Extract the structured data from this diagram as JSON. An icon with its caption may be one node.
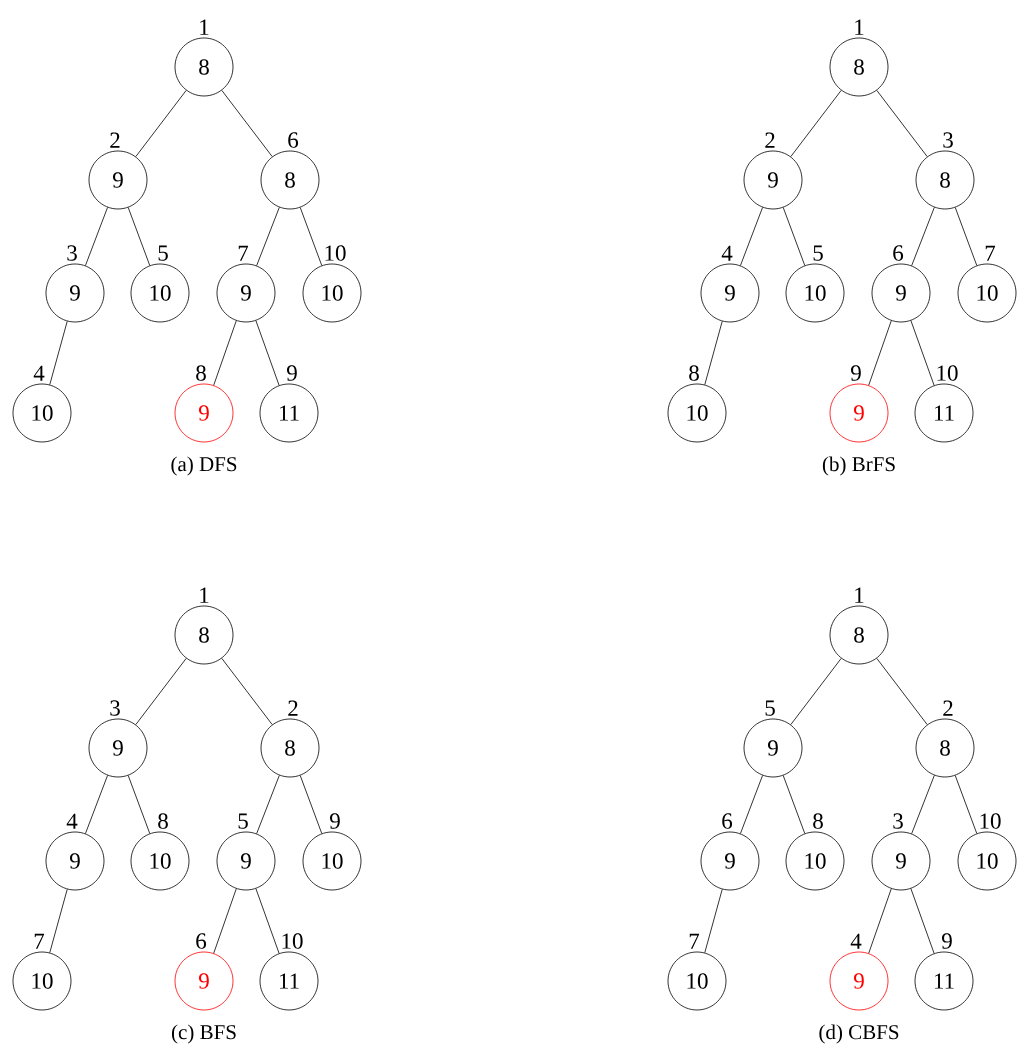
{
  "diagram": {
    "nodes": [
      {
        "text": [
          "8"
        ],
        "beside": [
          "1"
        ]
      },
      {
        "text": [
          "9"
        ],
        "beside": [
          "2"
        ]
      },
      {
        "text": [
          "8"
        ],
        "beside": [
          "6"
        ]
      },
      {
        "text": [
          "9"
        ],
        "beside": [
          "3"
        ]
      },
      {
        "text": [
          "10"
        ],
        "beside": [
          "5"
        ]
      },
      {
        "text": [
          "9"
        ],
        "beside": [
          "7"
        ]
      },
      {
        "text": [
          "10"
        ],
        "beside": [
          "10"
        ]
      },
      {
        "text": [
          "10"
        ],
        "beside": [
          "4"
        ]
      },
      {
        "text": [
          "9"
        ],
        "beside": [
          "8"
        ]
      },
      {
        "text": [
          "11"
        ],
        "beside": [
          "9"
        ]
      },
      {
        "text": [
          "8"
        ],
        "beside": [
          "1"
        ]
      },
      {
        "text": [
          "9"
        ],
        "beside": [
          "2"
        ]
      },
      {
        "text": [
          "8"
        ],
        "beside": [
          "3"
        ]
      },
      {
        "text": [
          "9"
        ],
        "beside": [
          "4"
        ]
      },
      {
        "text": [
          "10"
        ],
        "beside": [
          "5"
        ]
      },
      {
        "text": [
          "9"
        ],
        "beside": [
          "6"
        ]
      },
      {
        "text": [
          "10"
        ],
        "beside": [
          "7"
        ]
      },
      {
        "text": [
          "10"
        ],
        "beside": [
          "8"
        ]
      },
      {
        "text": [
          "9"
        ],
        "beside": [
          "9"
        ]
      },
      {
        "text": [
          "11"
        ],
        "beside": [
          "10"
        ]
      },
      {
        "text": [
          "8"
        ],
        "beside": [
          "1"
        ]
      },
      {
        "text": [
          "9"
        ],
        "beside": [
          "3"
        ]
      },
      {
        "text": [
          "8"
        ],
        "beside": [
          "2"
        ]
      },
      {
        "text": [
          "9"
        ],
        "beside": [
          "4"
        ]
      },
      {
        "text": [
          "10"
        ],
        "beside": [
          "8"
        ]
      },
      {
        "text": [
          "9"
        ],
        "beside": [
          "5"
        ]
      },
      {
        "text": [
          "10"
        ],
        "beside": [
          "9"
        ]
      },
      {
        "text": [
          "10"
        ],
        "beside": [
          "7"
        ]
      },
      {
        "text": [
          "9"
        ],
        "beside": [
          "6"
        ]
      },
      {
        "text": [
          "11"
        ],
        "beside": [
          "10"
        ]
      },
      {
        "text": [
          "8"
        ],
        "beside": [
          "1"
        ]
      },
      {
        "text": [
          "9"
        ],
        "beside": [
          "5"
        ]
      },
      {
        "text": [
          "8"
        ],
        "beside": [
          "2"
        ]
      },
      {
        "text": [
          "9"
        ],
        "beside": [
          "6"
        ]
      },
      {
        "text": [
          "10"
        ],
        "beside": [
          "8"
        ]
      },
      {
        "text": [
          "9"
        ],
        "beside": [
          "3"
        ]
      },
      {
        "text": [
          "10"
        ],
        "beside": [
          "10"
        ]
      },
      {
        "text": [
          "10"
        ],
        "beside": [
          "7"
        ]
      },
      {
        "text": [
          "9"
        ],
        "beside": [
          "4"
        ]
      },
      {
        "text": [
          "11"
        ],
        "beside": [
          "9"
        ]
      }
    ],
    "edges": [
      {
        "from": 0,
        "to": 1,
        "arrow": "none"
      },
      {
        "from": 0,
        "to": 2,
        "arrow": "none"
      },
      {
        "from": 1,
        "to": 3,
        "arrow": "none"
      },
      {
        "from": 1,
        "to": 4,
        "arrow": "none"
      },
      {
        "from": 2,
        "to": 5,
        "arrow": "none"
      },
      {
        "from": 2,
        "to": 6,
        "arrow": "none"
      },
      {
        "from": 3,
        "to": 7,
        "arrow": "none"
      },
      {
        "from": 5,
        "to": 8,
        "arrow": "none"
      },
      {
        "from": 5,
        "to": 9,
        "arrow": "none"
      },
      {
        "from": 10,
        "to": 11,
        "arrow": "none"
      },
      {
        "from": 10,
        "to": 12,
        "arrow": "none"
      },
      {
        "from": 11,
        "to": 13,
        "arrow": "none"
      },
      {
        "from": 11,
        "to": 14,
        "arrow": "none"
      },
      {
        "from": 12,
        "to": 15,
        "arrow": "none"
      },
      {
        "from": 12,
        "to": 16,
        "arrow": "none"
      },
      {
        "from": 13,
        "to": 17,
        "arrow": "none"
      },
      {
        "from": 15,
        "to": 18,
        "arrow": "none"
      },
      {
        "from": 15,
        "to": 19,
        "arrow": "none"
      },
      {
        "from": 20,
        "to": 21,
        "arrow": "none"
      },
      {
        "from": 20,
        "to": 22,
        "arrow": "none"
      },
      {
        "from": 21,
        "to": 23,
        "arrow": "none"
      },
      {
        "from": 21,
        "to": 24,
        "arrow": "none"
      },
      {
        "from": 22,
        "to": 25,
        "arrow": "none"
      },
      {
        "from": 22,
        "to": 26,
        "arrow": "none"
      },
      {
        "from": 23,
        "to": 27,
        "arrow": "none"
      },
      {
        "from": 25,
        "to": 28,
        "arrow": "none"
      },
      {
        "from": 25,
        "to": 29,
        "arrow": "none"
      },
      {
        "from": 30,
        "to": 31,
        "arrow": "none"
      },
      {
        "from": 30,
        "to": 32,
        "arrow": "none"
      },
      {
        "from": 31,
        "to": 33,
        "arrow": "none"
      },
      {
        "from": 31,
        "to": 34,
        "arrow": "none"
      },
      {
        "from": 32,
        "to": 35,
        "arrow": "none"
      },
      {
        "from": 32,
        "to": 36,
        "arrow": "none"
      },
      {
        "from": 33,
        "to": 37,
        "arrow": "none"
      },
      {
        "from": 35,
        "to": 38,
        "arrow": "none"
      },
      {
        "from": 35,
        "to": 39,
        "arrow": "none"
      }
    ],
    "labels": [
      "(a) DFS",
      "(b) BrFS",
      "(c) BFS",
      "(d) CBFS"
    ]
  }
}
